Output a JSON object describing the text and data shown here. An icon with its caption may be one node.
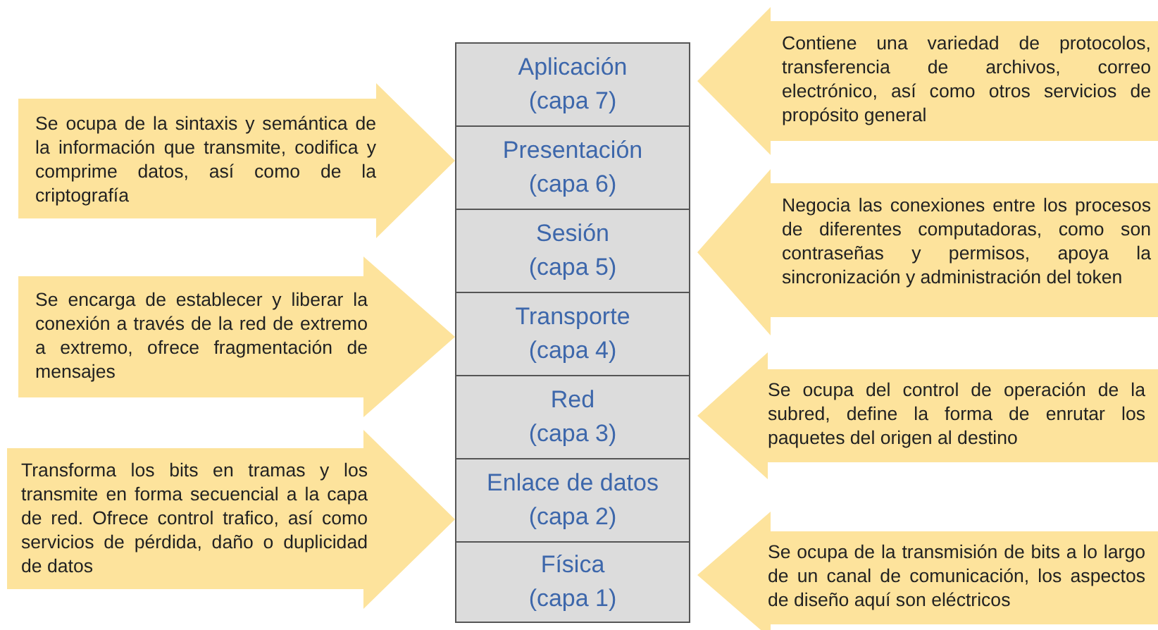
{
  "diagram": {
    "nodes": [
      {
        "text": [
          "Aplicación",
          "(capa 7)"
        ]
      },
      {
        "text": [
          "Presentación",
          "(capa 6)"
        ]
      },
      {
        "text": [
          "Sesión",
          "(capa 5)"
        ]
      },
      {
        "text": [
          "Transporte",
          "(capa 4)"
        ]
      },
      {
        "text": [
          "Red",
          "(capa 3)"
        ]
      },
      {
        "text": [
          "Enlace de datos",
          "(capa 2)"
        ]
      },
      {
        "text": [
          "Física",
          "(capa 1)"
        ]
      },
      {
        "text": [
          "Se ocupa de la sintaxis y semántica de la información que transmite, codifica y comprime datos, así como de la criptografía"
        ]
      },
      {
        "text": [
          "Se encarga de establecer y liberar la conexión a través de la red de extremo a extremo, ofrece fragmentación de mensajes"
        ]
      },
      {
        "text": [
          "Transforma los bits en tramas y los transmite en forma secuencial a la capa de red. Ofrece control trafico, así como servicios de pérdida, daño o duplicidad de datos"
        ]
      },
      {
        "text": [
          "Contiene una variedad de protocolos, transferencia de archivos, correo electrónico, así como otros servicios de propósito general"
        ]
      },
      {
        "text": [
          "Negocia las conexiones entre los procesos de diferentes computadoras, como son contraseñas y permisos, apoya la sincronización y administración del token"
        ]
      },
      {
        "text": [
          "Se ocupa del control de operación de la subred, define la forma de enrutar los paquetes del origen al destino"
        ]
      },
      {
        "text": [
          "Se ocupa de la transmisión de bits a lo largo de un canal de comunicación, los aspectos de diseño aquí son eléctricos"
        ]
      }
    ]
  }
}
